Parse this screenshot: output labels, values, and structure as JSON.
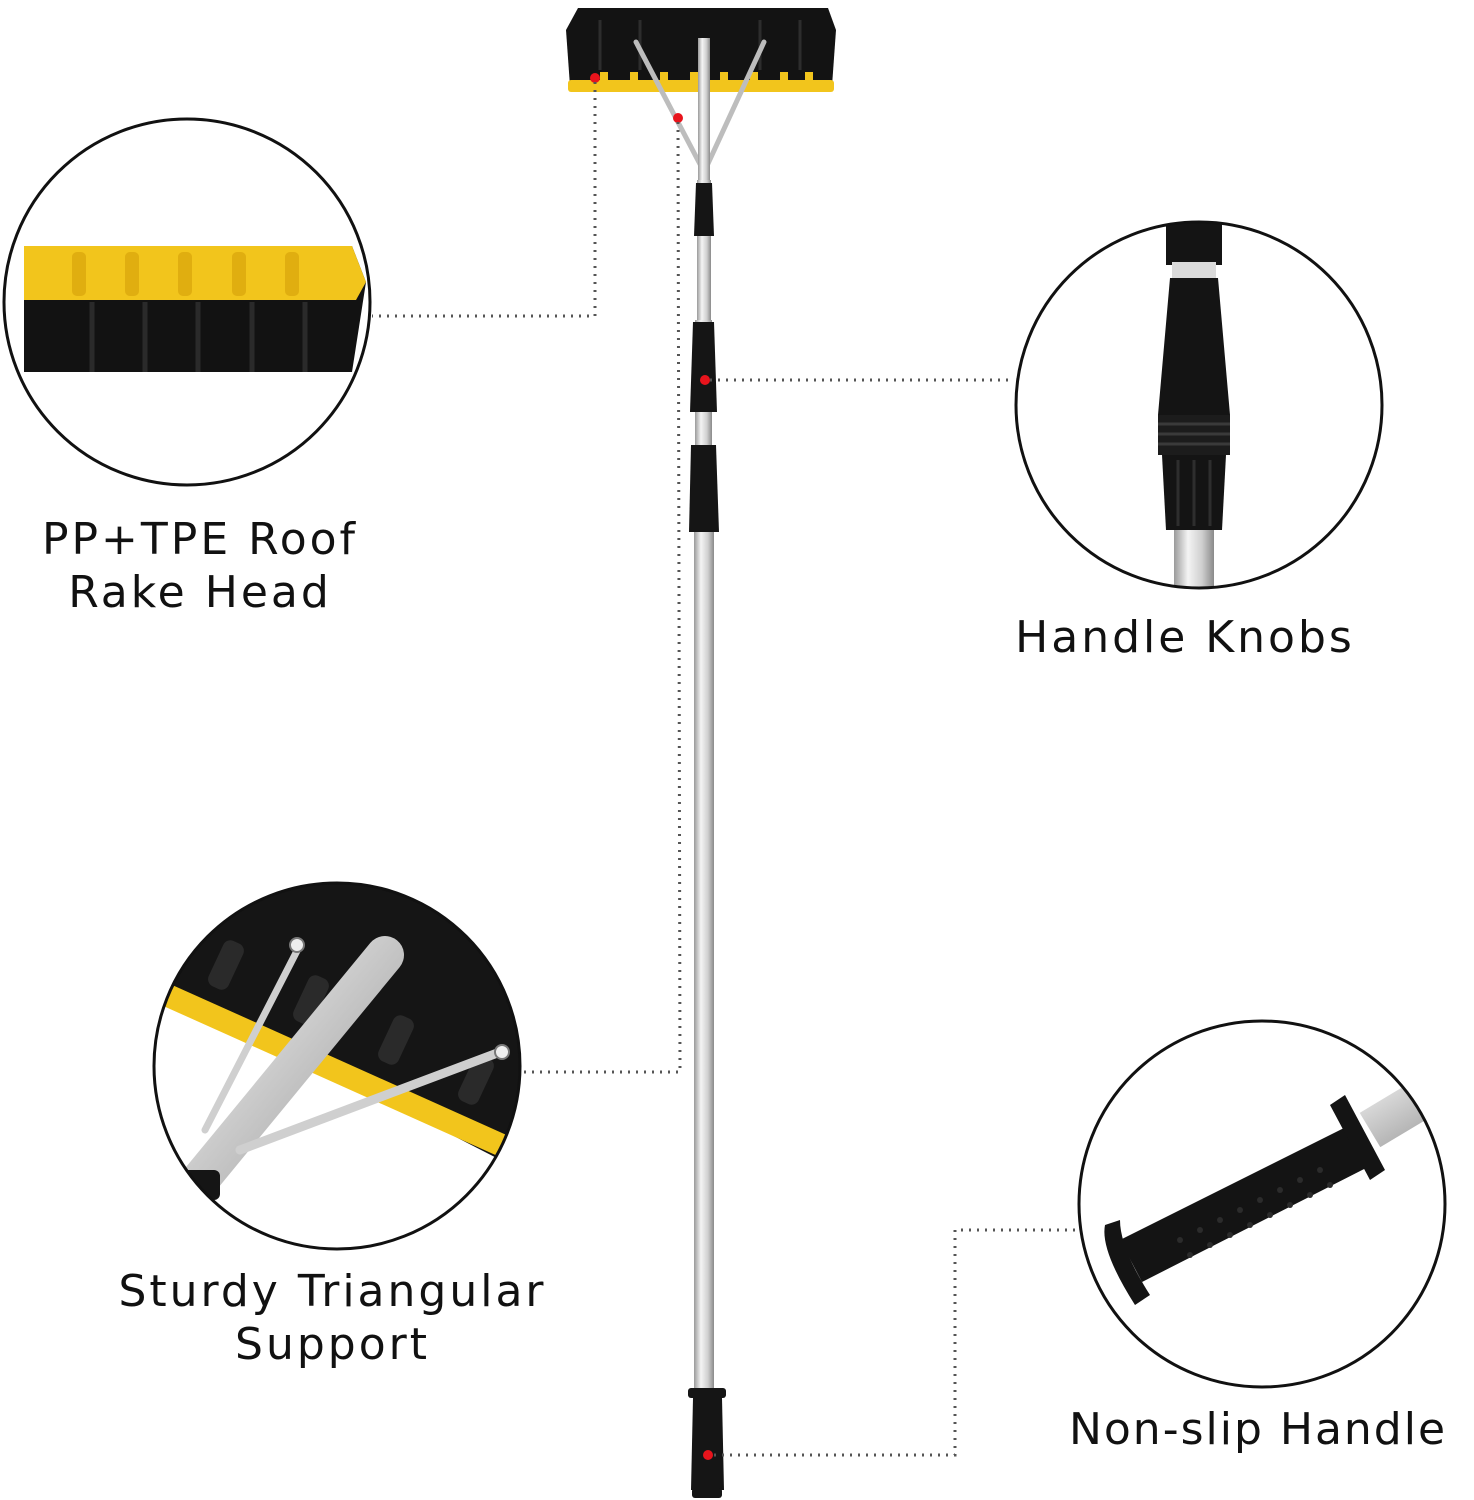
{
  "features": {
    "rake_head": {
      "line1": "PP+TPE Roof",
      "line2": "Rake Head"
    },
    "handle_knobs": {
      "line1": "Handle Knobs"
    },
    "triangular_support": {
      "line1": "Sturdy Triangular",
      "line2": "Support"
    },
    "non_slip_handle": {
      "line1": "Non-slip Handle"
    }
  },
  "colors": {
    "accent_yellow": "#f2c51c",
    "rubber_black": "#121212",
    "pole_silver": "#dcdcdc",
    "marker_red": "#e8141c",
    "leader_line": "#555555"
  }
}
